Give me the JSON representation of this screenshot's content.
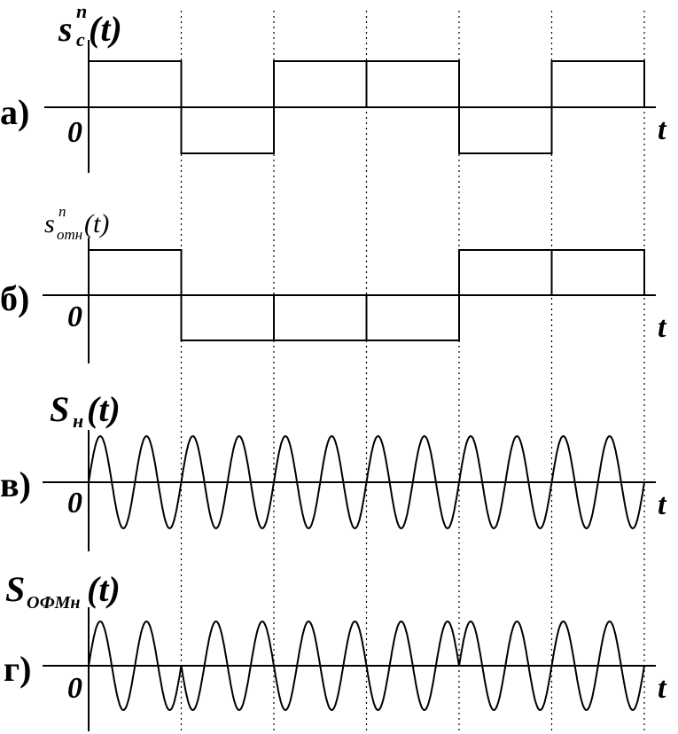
{
  "panels": [
    {
      "letter": "а)",
      "symbol": "s",
      "superscript": "п",
      "subscript": "с",
      "argument": "(t)",
      "zero": "0",
      "t_label": "t",
      "kind": "square",
      "levels": [
        1,
        -1,
        1,
        1,
        -1,
        1
      ]
    },
    {
      "letter": "б)",
      "symbol": "s",
      "superscript": "п",
      "subscript": "отн",
      "argument": "(t)",
      "zero": "0",
      "t_label": "t",
      "kind": "square",
      "levels": [
        1,
        -1,
        -1,
        -1,
        1,
        1
      ]
    },
    {
      "letter": "в)",
      "symbol": "S",
      "superscript": "",
      "subscript": "н",
      "argument": "(t)",
      "zero": "0",
      "t_label": "t",
      "kind": "sine",
      "cycles_per_bit": 2,
      "phase": [
        1,
        1,
        1,
        1,
        1,
        1
      ]
    },
    {
      "letter": "г)",
      "symbol": "S",
      "superscript": "",
      "subscript": "ОФМн",
      "argument": "(t)",
      "zero": "0",
      "t_label": "t",
      "kind": "sine",
      "cycles_per_bit": 2,
      "phase": [
        1,
        -1,
        -1,
        -1,
        1,
        1
      ]
    }
  ]
}
